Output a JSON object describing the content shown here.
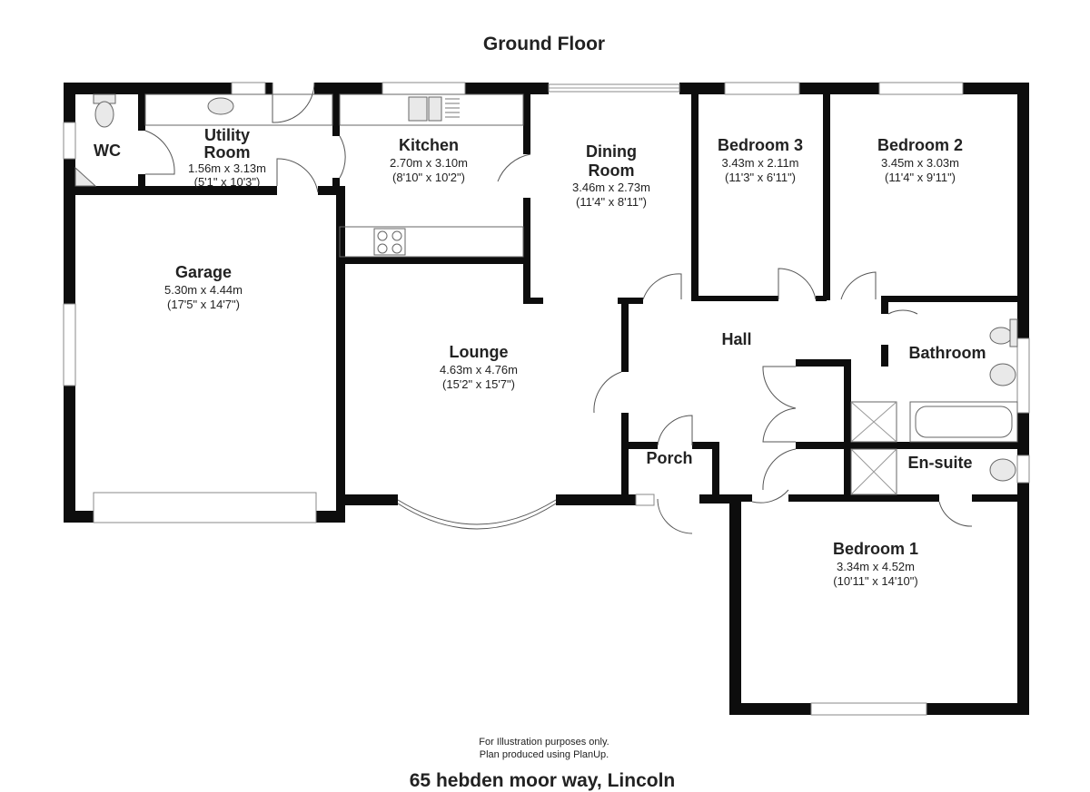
{
  "title": "Ground Floor",
  "rooms": {
    "wc": {
      "name": "WC"
    },
    "utility": {
      "name_line1": "Utility",
      "name_line2": "Room",
      "metric": "1.56m x 3.13m",
      "imperial": "(5'1\" x 10'3\")"
    },
    "kitchen": {
      "name": "Kitchen",
      "metric": "2.70m x 3.10m",
      "imperial": "(8'10\" x 10'2\")"
    },
    "dining": {
      "name_line1": "Dining",
      "name_line2": "Room",
      "metric": "3.46m x 2.73m",
      "imperial": "(11'4\" x 8'11\")"
    },
    "bedroom3": {
      "name": "Bedroom 3",
      "metric": "3.43m x 2.11m",
      "imperial": "(11'3\" x 6'11\")"
    },
    "bedroom2": {
      "name": "Bedroom 2",
      "metric": "3.45m x 3.03m",
      "imperial": "(11'4\" x 9'11\")"
    },
    "garage": {
      "name": "Garage",
      "metric": "5.30m x 4.44m",
      "imperial": "(17'5\" x 14'7\")"
    },
    "lounge": {
      "name": "Lounge",
      "metric": "4.63m x 4.76m",
      "imperial": "(15'2\" x 15'7\")"
    },
    "hall": {
      "name": "Hall"
    },
    "bathroom": {
      "name": "Bathroom"
    },
    "porch": {
      "name": "Porch"
    },
    "ensuite": {
      "name": "En-suite"
    },
    "bedroom1": {
      "name": "Bedroom 1",
      "metric": "3.34m x 4.52m",
      "imperial": "(10'11\" x 14'10\")"
    }
  },
  "footer": {
    "note_line1": "For Illustration purposes only.",
    "note_line2": "Plan produced using PlanUp.",
    "address": "65 hebden moor way, Lincoln"
  }
}
